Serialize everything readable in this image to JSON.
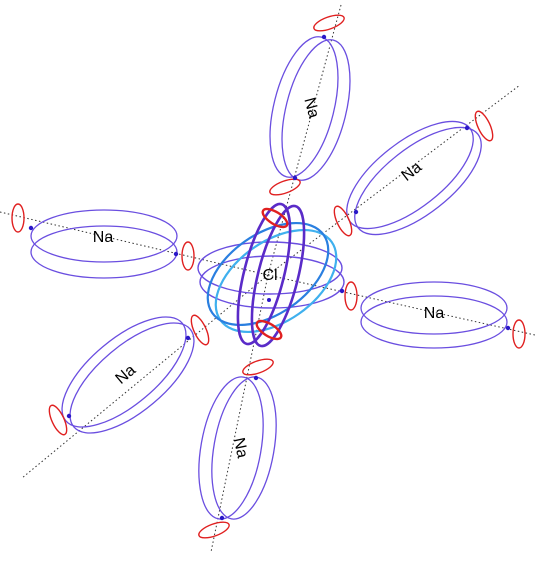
{
  "center_atom": {
    "label": "Cl"
  },
  "atoms": [
    {
      "label": "Na"
    },
    {
      "label": "Na"
    },
    {
      "label": "Na"
    },
    {
      "label": "Na"
    },
    {
      "label": "Na"
    },
    {
      "label": "Na"
    }
  ],
  "colors": {
    "orbit": "#6a4ee0",
    "orbit_dark": "#5a2bc8",
    "orbit_blue": "#2a7fe0",
    "orbit_lightblue": "#3fb0ee",
    "electron_ring": "#e02020",
    "electron_dot": "#2a18c8",
    "axis": "#333333"
  }
}
